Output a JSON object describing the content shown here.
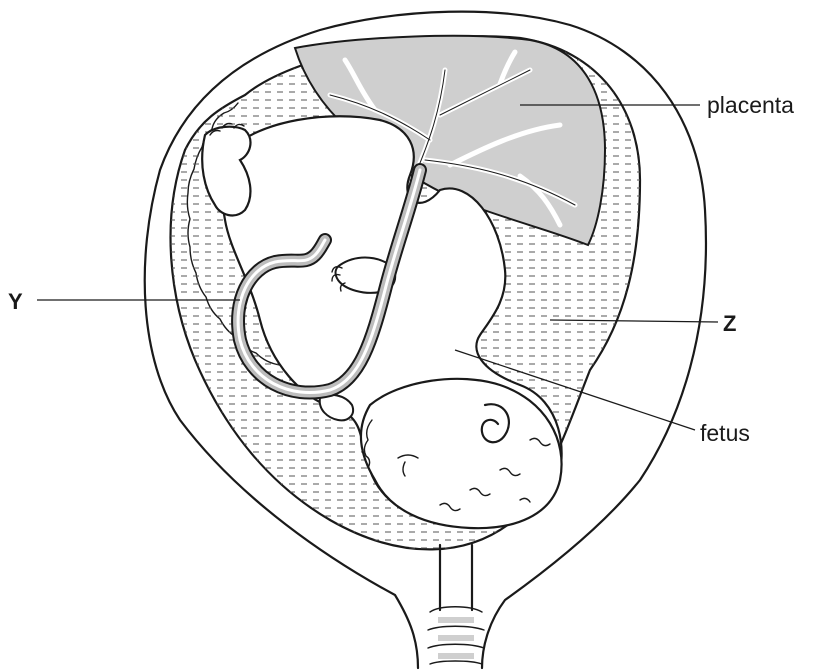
{
  "diagram": {
    "labels": {
      "placenta": "placenta",
      "y": "Y",
      "z": "Z",
      "fetus": "fetus"
    },
    "colors": {
      "ink": "#1a1a1a",
      "placenta_fill": "#cfcfcf",
      "cord_fill": "#bdbdbd",
      "fluid_dash": "#555555",
      "background": "#ffffff"
    }
  }
}
